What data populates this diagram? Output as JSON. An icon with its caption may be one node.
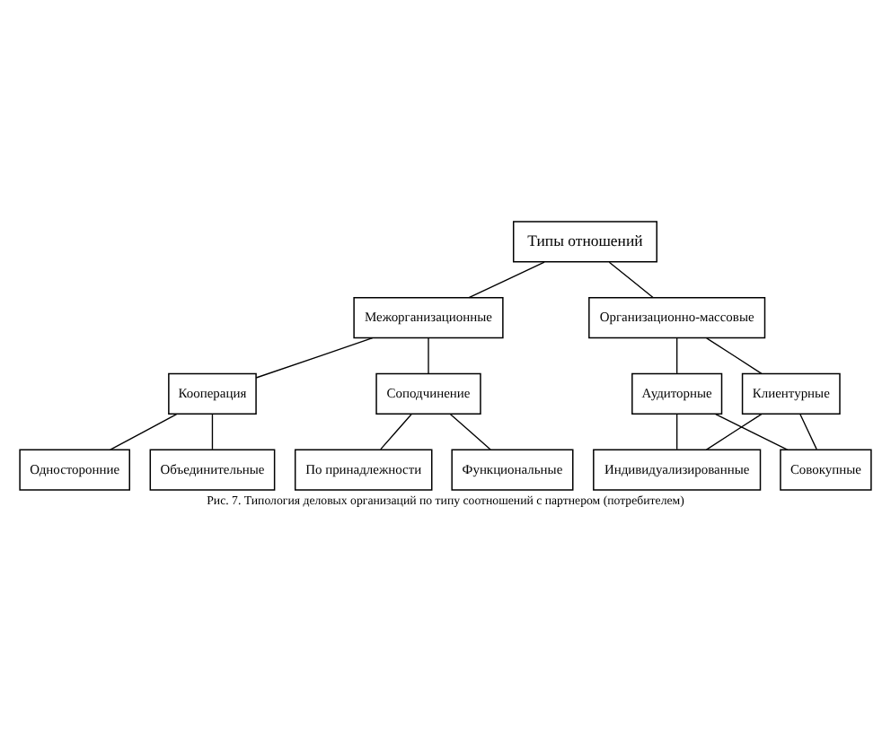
{
  "diagram": {
    "caption": "Рис. 7. Типология деловых организаций по типу соотношений с партнером (потребителем)",
    "nodes": [
      {
        "text": [
          "Типы отношений"
        ]
      },
      {
        "text": [
          "Межорганизационные"
        ]
      },
      {
        "text": [
          "Организационно-массовые"
        ]
      },
      {
        "text": [
          "Кооперация"
        ]
      },
      {
        "text": [
          "Соподчинение"
        ]
      },
      {
        "text": [
          "Аудиторные"
        ]
      },
      {
        "text": [
          "Клиентурные"
        ]
      },
      {
        "text": [
          "Индивидуализированные"
        ]
      },
      {
        "text": [
          "Односторонние"
        ]
      },
      {
        "text": [
          "Объединительные"
        ]
      },
      {
        "text": [
          "По принадлежности"
        ]
      },
      {
        "text": [
          "Функциональные"
        ]
      },
      {
        "text": [
          "Совокупные"
        ]
      }
    ],
    "edges": [
      {
        "from": 0,
        "to": 1,
        "arrow": "none"
      },
      {
        "from": 0,
        "to": 2,
        "arrow": "none"
      },
      {
        "from": 1,
        "to": 3,
        "arrow": "none"
      },
      {
        "from": 1,
        "to": 4,
        "arrow": "none"
      },
      {
        "from": 2,
        "to": 5,
        "arrow": "none"
      },
      {
        "from": 2,
        "to": 6,
        "arrow": "none"
      },
      {
        "from": 5,
        "to": 7,
        "arrow": "none"
      },
      {
        "from": 6,
        "to": 7,
        "arrow": "none"
      },
      {
        "from": 5,
        "to": 12,
        "arrow": "none"
      },
      {
        "from": 6,
        "to": 12,
        "arrow": "none"
      },
      {
        "from": 3,
        "to": 8,
        "arrow": "none"
      },
      {
        "from": 3,
        "to": 9,
        "arrow": "none"
      },
      {
        "from": 4,
        "to": 10,
        "arrow": "none"
      },
      {
        "from": 4,
        "to": 11,
        "arrow": "none"
      }
    ]
  }
}
